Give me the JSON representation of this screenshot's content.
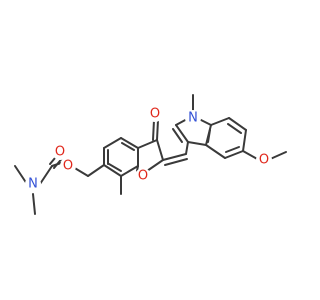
{
  "molecule": {
    "atoms": [
      {
        "key": "o_carbonyl_carbamate",
        "text": "O",
        "color": "#e0271b"
      },
      {
        "key": "n_carbamate",
        "text": "N",
        "color": "#3250d6"
      },
      {
        "key": "o_ester",
        "text": "O",
        "color": "#e0271b"
      },
      {
        "key": "o_ketone",
        "text": "O",
        "color": "#e0271b"
      },
      {
        "key": "o_furan",
        "text": "O",
        "color": "#e0271b"
      },
      {
        "key": "n_indole",
        "text": "N",
        "color": "#3250d6"
      },
      {
        "key": "o_methoxy",
        "text": "O",
        "color": "#e0271b"
      }
    ]
  }
}
